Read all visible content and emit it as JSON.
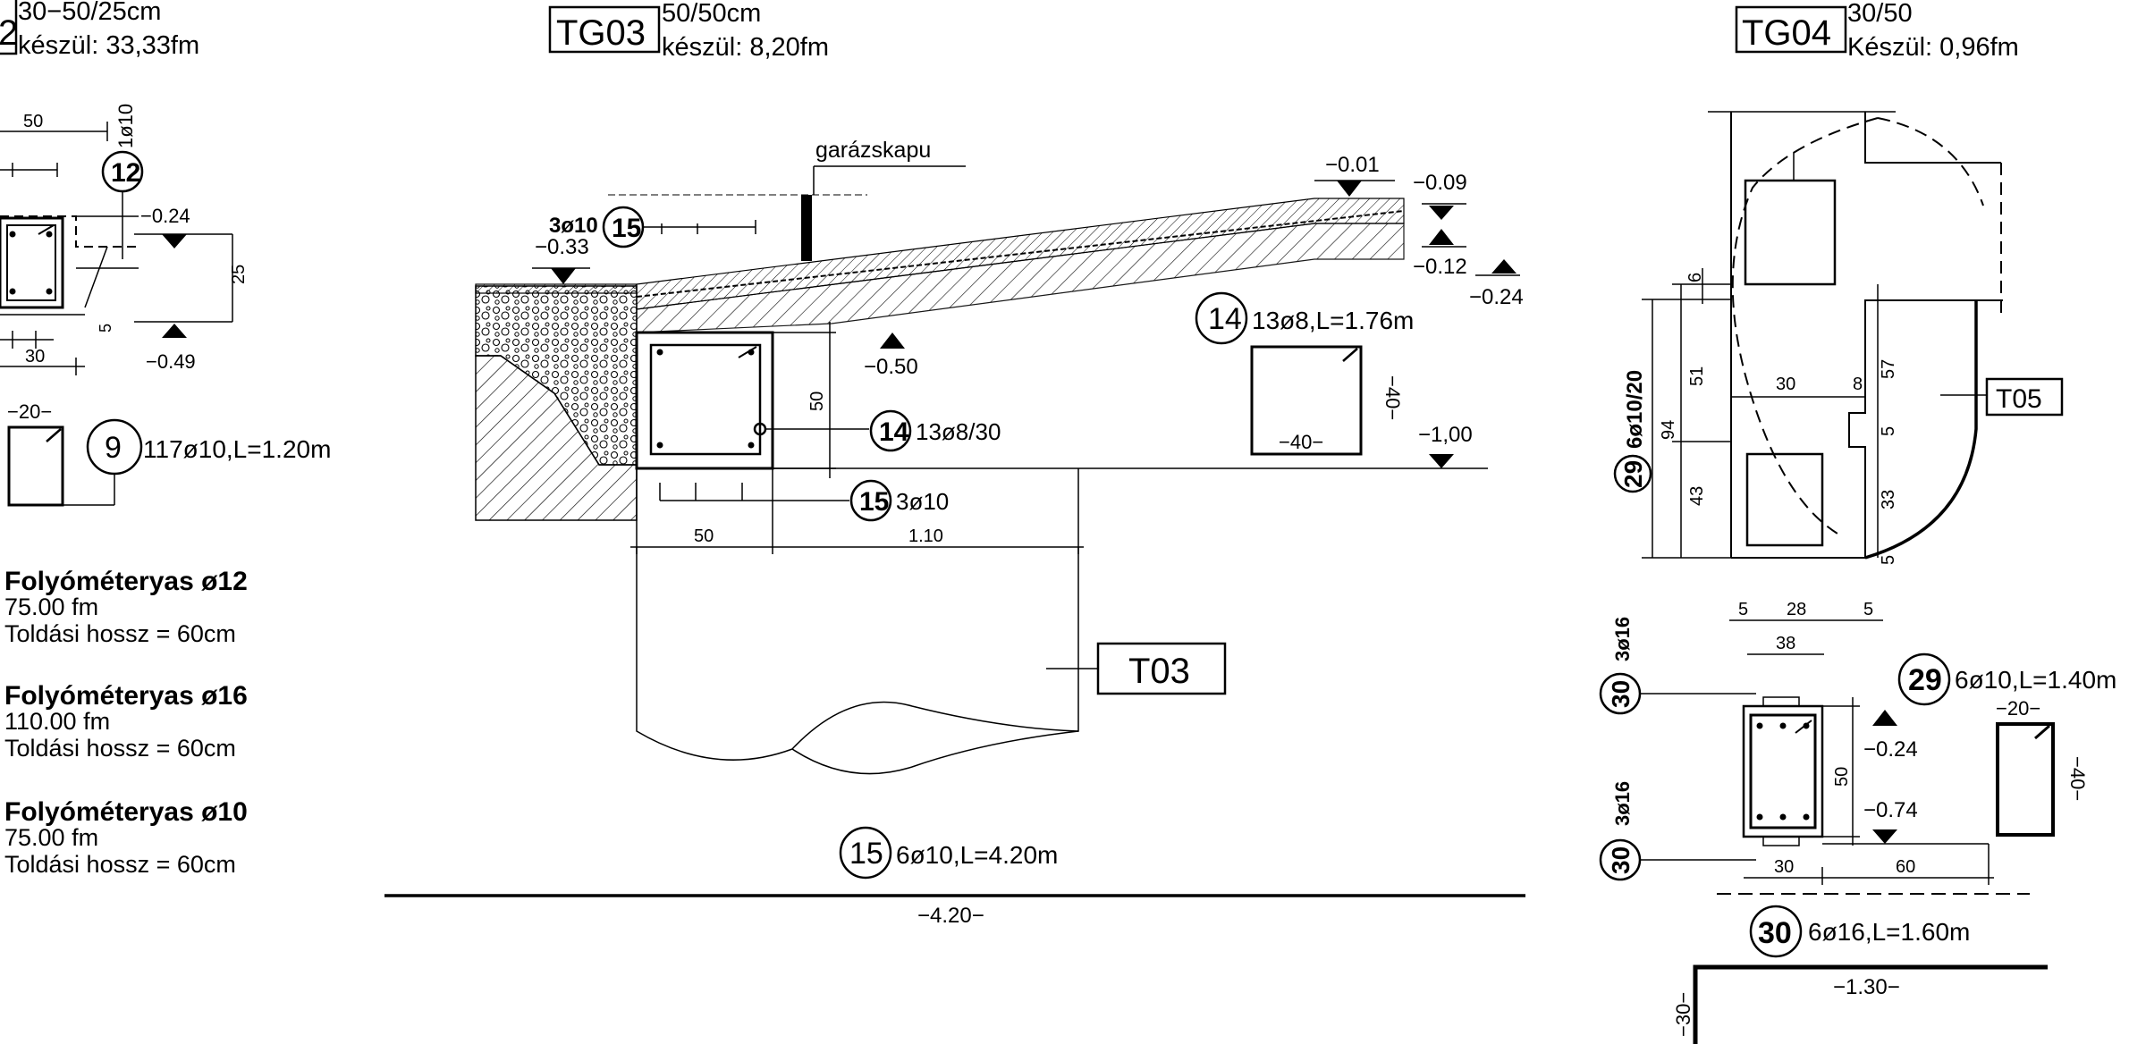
{
  "left": {
    "title_tag": "2",
    "spec": "30−50/25cm",
    "made": "készül: 33,33fm",
    "dim_top": "50",
    "bar12_num": "12",
    "bar12_spec": "1ø10",
    "lvl_a": "−0.24",
    "lvl_b": "−0.49",
    "dim_h": "25",
    "dim_small": "5",
    "dim_30": "30",
    "stirrup_w": "−20−",
    "bar9_num": "9",
    "bar9_spec": "117ø10,L=1.20m",
    "running": [
      {
        "title": "Folyóméteryas ø12",
        "qty": "75.00  fm",
        "lap": "Toldási  hossz  =  60cm"
      },
      {
        "title": "Folyóméteryas ø16",
        "qty": "110.00  fm",
        "lap": "Toldási  hossz  =  60cm"
      },
      {
        "title": "Folyóméteryas ø10",
        "qty": "75.00  fm",
        "lap": "Toldási  hossz  =  60cm"
      }
    ]
  },
  "tg03": {
    "tag": "TG03",
    "spec": "50/50cm",
    "made": "készül: 8,20fm",
    "gate_label": "garázskapu",
    "lvl_m001": "−0.01",
    "lvl_m009": "−0.09",
    "lvl_m012": "−0.12",
    "lvl_m024": "−0.24",
    "lvl_m033": "−0.33",
    "lvl_m050": "−0.50",
    "lvl_m100": "−1,00",
    "bar15_top_qty": "3ø10",
    "bar15_num": "15",
    "bar14_num": "14",
    "bar14_spec": "13ø8,L=1.76m",
    "stirrup_w": "−40−",
    "stirrup_h": "−40−",
    "bar14_side_spec": "13ø8/30",
    "dim_50_v": "50",
    "bar15_bottom_spec": "3ø10",
    "dim_50": "50",
    "dim_110": "1.10",
    "pile_tag": "T03",
    "bar15_shape_spec": "6ø10,L=4.20m",
    "bar15_len": "−4.20−"
  },
  "tg04": {
    "tag": "TG04",
    "spec": "30/50",
    "made": "Készül: 0,96fm",
    "t05_tag": "T05",
    "dim_6": "6",
    "dim_51": "51",
    "dim_94": "94",
    "dim_43": "43",
    "dim_30": "30",
    "dim_8": "8",
    "dim_57": "57",
    "dim_5a": "5",
    "dim_33": "33",
    "dim_5b": "5",
    "bar29_num": "29",
    "bar29_side_spec": "6ø10/20",
    "dims_bottom": [
      "5",
      "28",
      "5"
    ],
    "dim_38": "38",
    "bar30_num": "30",
    "bar30_spec_a": "3ø16",
    "bar30_spec_b": "3ø16",
    "dim_50": "50",
    "lvl_m024": "−0.24",
    "lvl_m074": "−0.74",
    "dim_30b": "30",
    "dim_60": "60",
    "bar29_spec": "6ø10,L=1.40m",
    "stirrup_w": "−20−",
    "stirrup_h": "−40−",
    "bar30_shape_spec": "6ø16,L=1.60m",
    "bar30_len": "−1.30−",
    "bar30_hook": "−30−"
  }
}
